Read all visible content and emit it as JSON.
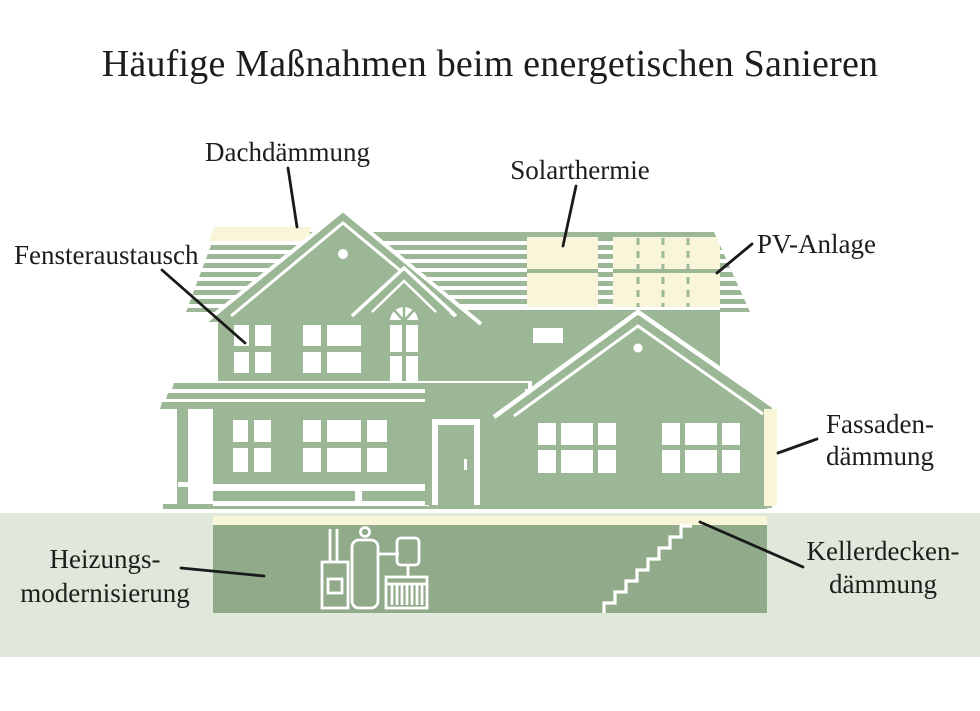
{
  "title": "Häufige Maßnahmen beim energetischen Sanieren",
  "labels": {
    "dachdaemmung": "Dachdämmung",
    "solarthermie": "Solarthermie",
    "pv_anlage": "PV-Anlage",
    "fensteraustausch": "Fensteraustausch",
    "fassadendaemmung_line1": "Fassaden-",
    "fassadendaemmung_line2": "dämmung",
    "heizungsmodernisierung_line1": "Heizungs-",
    "heizungsmodernisierung_line2": "modernisierung",
    "kellerdeckendaemmung_line1": "Kellerdecken-",
    "kellerdeckendaemmung_line2": "dämmung"
  },
  "icons": {
    "heating_system": "heating-system-icon",
    "staircase": "staircase-icon",
    "gable_vent": "gable-vent-icon"
  },
  "colors": {
    "house_green": "#9cb795",
    "basement_green": "#91aa8a",
    "ground_band": "#dfe8db",
    "highlight_cream": "#f8f5d8",
    "text": "#1d1d1b",
    "leader_line": "#1a1a1a"
  }
}
